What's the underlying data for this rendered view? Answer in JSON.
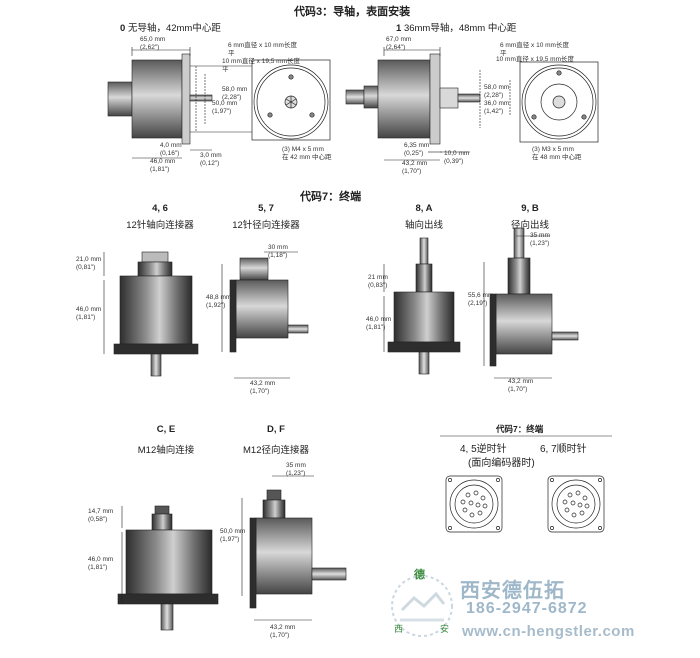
{
  "header": {
    "code3_title": "代码3：导轴，表面安装",
    "opt0_num": "0",
    "opt0_text": "无导轴，42mm中心距",
    "opt1_num": "1",
    "opt1_text": "36mm导轴，48mm 中心距",
    "code7_title": "代码7：终端"
  },
  "face0": {
    "d_width": "65,0 mm",
    "d_width_in": "(2,62\")",
    "screw_a": "6 mm直径 x 10 mm长度",
    "screw_a2": "平",
    "screw_b": "10 mm直径 x 19,5 mm长度",
    "screw_b2": "平",
    "d_58": "58,0 mm",
    "d_58_in": "(2,28\")",
    "d_50": "50,0 mm",
    "d_50_in": "(1,97\")",
    "d_4": "4,0 mm",
    "d_4_in": "(0,16\")",
    "d_3": "3,0 mm",
    "d_3_in": "(0,12\")",
    "d_46": "46,0 mm",
    "d_46_in": "(1,81\")",
    "holes": "(3) M4 x 5 mm",
    "holes2": "在 42 mm 中心距"
  },
  "face1": {
    "d_width": "67,0 mm",
    "d_width_in": "(2,64\")",
    "screw_a": "6 mm直径 x 10 mm长度",
    "screw_a2": "平",
    "screw_b": "10 mm直径 x 19,5 mm长度",
    "d_58": "58,0 mm",
    "d_58_in": "(2,28\")",
    "d_36": "36,0 mm",
    "d_36_in": "(1,42\")",
    "d_635": "6,35 mm",
    "d_635_in": "(0,25\")",
    "d_10": "10,0 mm",
    "d_10_in": "(0,39\")",
    "d_432": "43,2 mm",
    "d_432_in": "(1,70\")",
    "holes": "(3) M3 x 5 mm",
    "holes2": "在 48 mm 中心距"
  },
  "term46": {
    "code": "4, 6",
    "desc": "12针轴向连接器",
    "d_21": "21,0 mm",
    "d_21_in": "(0,81\")",
    "d_46": "46,0 mm",
    "d_46_in": "(1,81\")"
  },
  "term57": {
    "code": "5, 7",
    "desc": "12针径向连接器",
    "d_30": "30 mm",
    "d_30_in": "(1,18\")",
    "d_488": "48,8 mm",
    "d_488_in": "(1,92\")",
    "d_432": "43,2 mm",
    "d_432_in": "(1,70\")"
  },
  "term8A": {
    "code": "8, A",
    "desc": "轴向出线",
    "d_21": "21 mm",
    "d_21_in": "(0,83\")",
    "d_46": "46,0 mm",
    "d_46_in": "(1,81\")"
  },
  "term9B": {
    "code": "9, B",
    "desc": "径向出线",
    "d_35": "35 mm",
    "d_35_in": "(1,23\")",
    "d_556": "55,6 mm",
    "d_556_in": "(2,19\")",
    "d_432": "43,2 mm",
    "d_432_in": "(1,70\")"
  },
  "termCE": {
    "code": "C, E",
    "desc": "M12轴向连接",
    "d_147": "14,7 mm",
    "d_147_in": "(0,58\")",
    "d_46": "46,0 mm",
    "d_46_in": "(1,81\")"
  },
  "termDF": {
    "code": "D, F",
    "desc": "M12径向连接器",
    "d_35": "35 mm",
    "d_35_in": "(1,23\")",
    "d_50": "50,0 mm",
    "d_50_in": "(1,97\")",
    "d_432": "43,2 mm",
    "d_432_in": "(1,70\")"
  },
  "pinout": {
    "title": "代码7：终端",
    "left": "4, 5逆时针",
    "right": "6, 7顺时针",
    "note": "(面向编码器时)"
  },
  "watermark": {
    "company": "西安德伍拓",
    "phone": "186-2947-6872",
    "url": "www.cn-hengstler.com",
    "logo_top": "德",
    "logo_left": "西",
    "logo_right": "安"
  },
  "colors": {
    "body_dark": "#3a3a3a",
    "watermark": "#9fb8c9",
    "logo_green": "#3a8a3e"
  }
}
